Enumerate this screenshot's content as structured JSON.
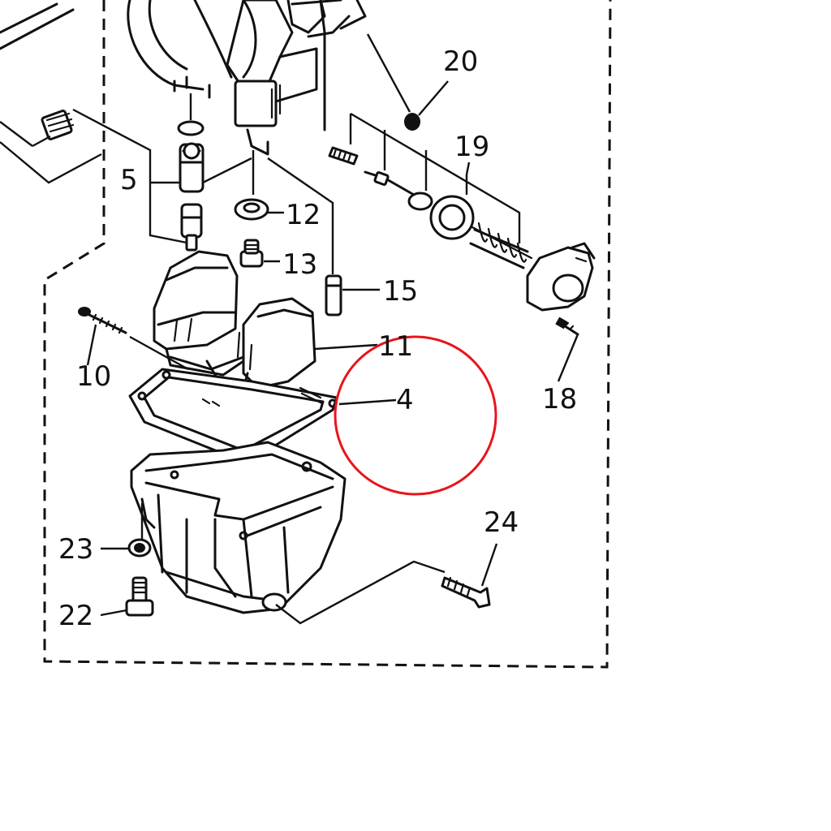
{
  "callouts": {
    "c20": "20",
    "c19": "19",
    "c5": "5",
    "c12": "12",
    "c13": "13",
    "c15": "15",
    "c10": "10",
    "c11": "11",
    "c4": "4",
    "c18": "18",
    "c24": "24",
    "c23": "23",
    "c22": "22"
  },
  "colors": {
    "ink": "#111111",
    "highlight": "#e8141c",
    "background": "#ffffff"
  },
  "highlight": {
    "target_part": "4"
  }
}
